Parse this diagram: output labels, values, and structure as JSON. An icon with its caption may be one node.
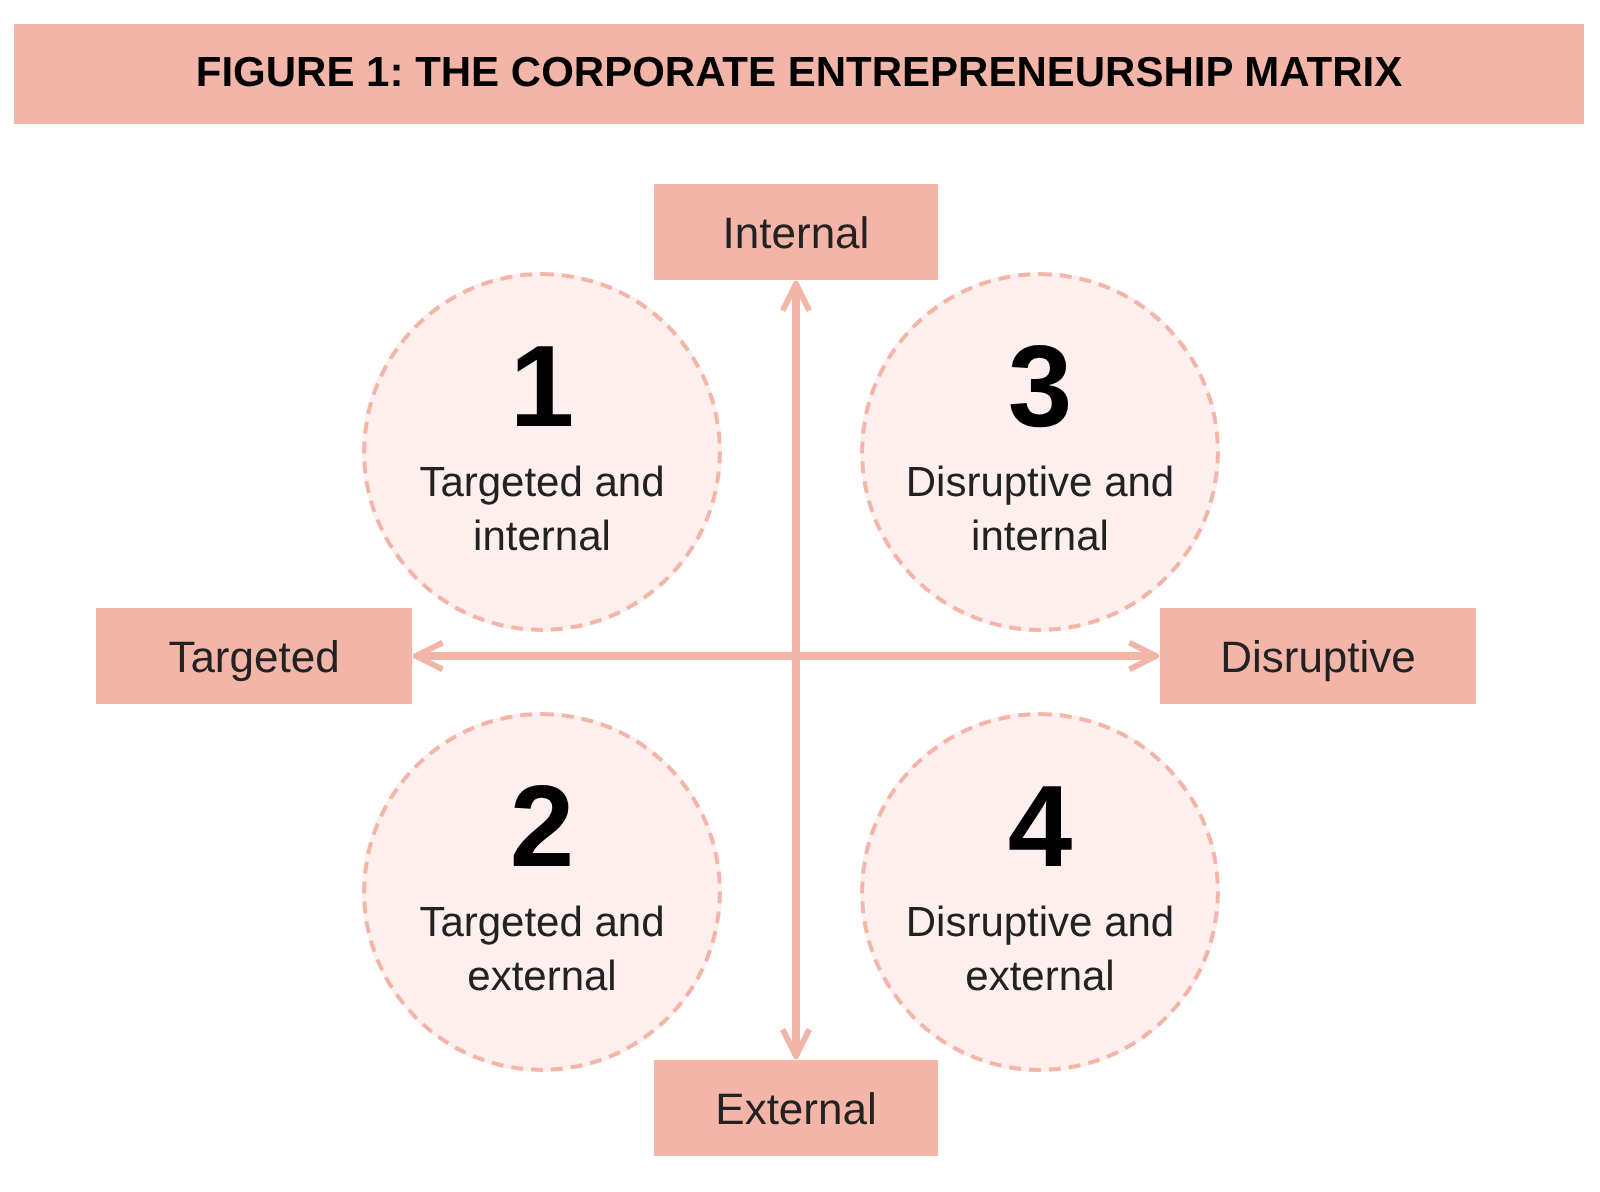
{
  "diagram": {
    "title": "FIGURE 1: THE CORPORATE ENTREPRENEURSHIP MATRIX",
    "nodes": [
      {
        "text": [
          "Internal"
        ]
      },
      {
        "text": [
          "1",
          "Targeted and internal"
        ]
      },
      {
        "text": [
          "3",
          "Disruptive and internal"
        ]
      },
      {
        "text": [
          "Targeted"
        ]
      },
      {
        "text": [
          "Disruptive"
        ]
      },
      {
        "text": [
          "2",
          "Targeted and external"
        ]
      },
      {
        "text": [
          "4",
          "Disruptive and external"
        ]
      },
      {
        "text": [
          "External"
        ]
      }
    ],
    "edges": [
      {
        "from": 0,
        "to": 7,
        "arrow": "both"
      },
      {
        "from": 3,
        "to": 4,
        "arrow": "both"
      }
    ]
  }
}
